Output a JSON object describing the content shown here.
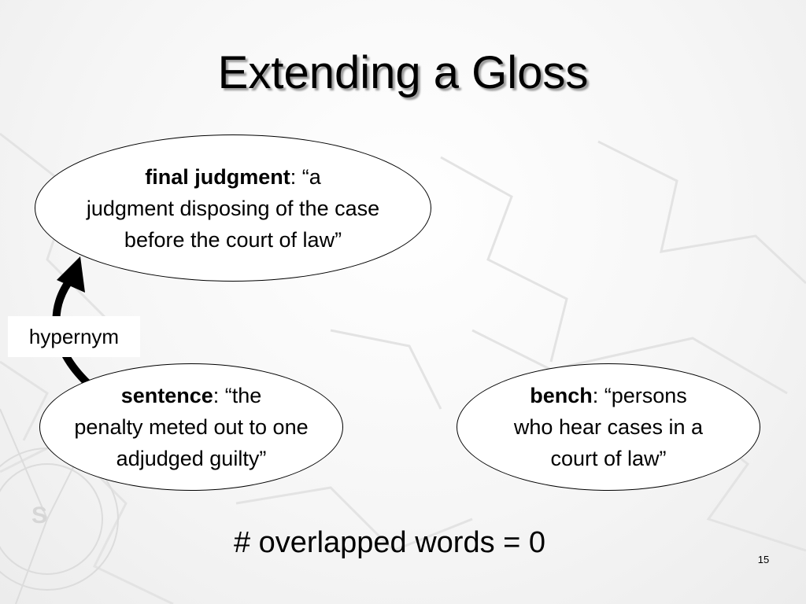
{
  "slide": {
    "title": "Extending a Gloss",
    "page_number": "15"
  },
  "nodes": {
    "final_judgment": {
      "term": "final judgment",
      "line1_rest": ": “a",
      "line2": "judgment disposing of the case",
      "line3": "before the court of law”"
    },
    "sentence": {
      "term": "sentence",
      "line1_rest": ": “the",
      "line2": "penalty meted out to one",
      "line3": "adjudged guilty”"
    },
    "bench": {
      "term": "bench",
      "line1_rest": ": “persons",
      "line2": "who hear cases in a",
      "line3": "court of law”"
    }
  },
  "edge": {
    "label": "hypernym"
  },
  "footer": {
    "overlap_text": "# overlapped words = 0"
  },
  "colors": {
    "text": "#000000",
    "node_fill": "#ffffff",
    "background_pattern": "#e2e2e2"
  }
}
